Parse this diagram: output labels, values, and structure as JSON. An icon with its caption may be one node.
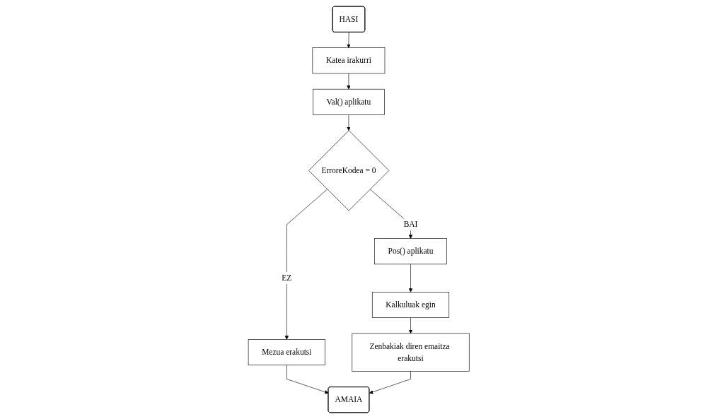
{
  "diagram": {
    "nodes": [
      {
        "text": [
          "HASI"
        ]
      },
      {
        "text": [
          "Katea irakurri"
        ]
      },
      {
        "text": [
          "Val() aplikatu"
        ]
      },
      {
        "text": [
          "ErroreKodea = 0"
        ]
      },
      {
        "text": [
          "Mezua erakutsi"
        ]
      },
      {
        "text": [
          "Pos() aplikatu"
        ]
      },
      {
        "text": [
          "Kalkuluak egin"
        ]
      },
      {
        "text": [
          "Zenbakiak diren emaitza erakutsi"
        ]
      },
      {
        "text": [
          "AMAIA"
        ]
      }
    ],
    "edges": [
      {
        "from": 0,
        "to": 1,
        "arrow": "to"
      },
      {
        "from": 1,
        "to": 2,
        "arrow": "to"
      },
      {
        "from": 2,
        "to": 3,
        "arrow": "to"
      },
      {
        "from": 3,
        "to": 4,
        "label": "EZ",
        "arrow": "to"
      },
      {
        "from": 3,
        "to": 5,
        "label": "BAI",
        "arrow": "to"
      },
      {
        "from": 5,
        "to": 6,
        "arrow": "to"
      },
      {
        "from": 6,
        "to": 7,
        "arrow": "to"
      },
      {
        "from": 4,
        "to": 8,
        "arrow": "to"
      },
      {
        "from": 7,
        "to": 8,
        "arrow": "to"
      }
    ]
  }
}
